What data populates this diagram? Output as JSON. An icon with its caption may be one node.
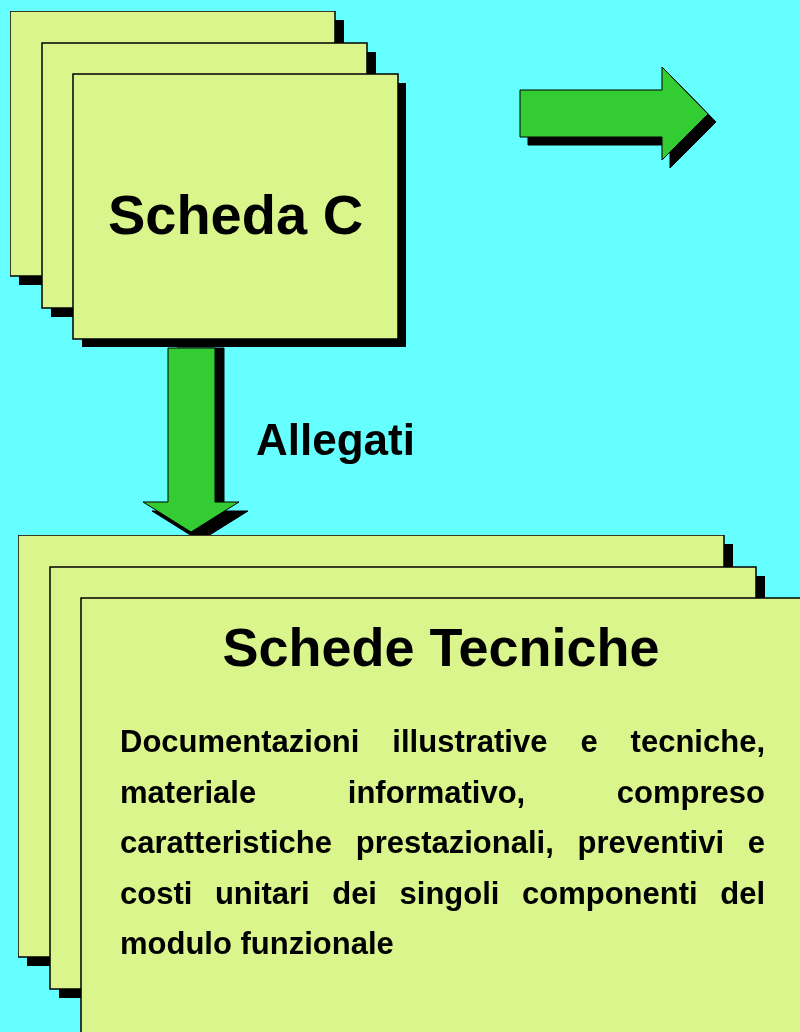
{
  "diagram": {
    "nodes": [
      {
        "text": [
          "Scheda C"
        ]
      },
      {
        "text": [
          "Schede Tecniche",
          "Documentazioni illustrative e tecniche, materiale informativo, compreso caratteristiche prestazionali, preventivi e costi unitari dei singoli componenti del modulo funzionale"
        ]
      }
    ],
    "edges": [
      {
        "from": 0,
        "to": 1,
        "label": "Allegati",
        "arrow": "to"
      }
    ]
  }
}
